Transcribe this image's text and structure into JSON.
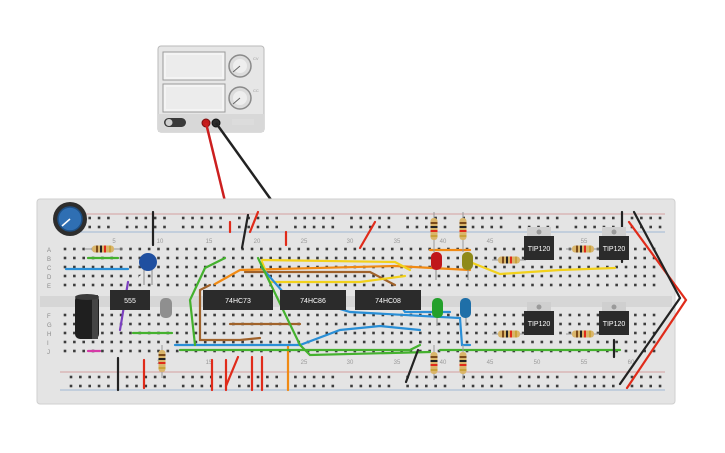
{
  "power_supply": {
    "knob_labels": [
      "CV",
      "CC"
    ],
    "color_red": "#cc1f1f",
    "color_black": "#222222"
  },
  "breadboard": {
    "row_labels_top": [
      "A",
      "B",
      "C",
      "D",
      "E"
    ],
    "row_labels_bottom": [
      "F",
      "G",
      "H",
      "I",
      "J"
    ],
    "column_numbers": [
      "5",
      "10",
      "15",
      "20",
      "25",
      "30",
      "35",
      "40",
      "45",
      "50",
      "55",
      "60"
    ]
  },
  "chips": [
    {
      "label": "555"
    },
    {
      "label": "74HC73"
    },
    {
      "label": "74HC86"
    },
    {
      "label": "74HC08"
    }
  ],
  "transistors": [
    {
      "label": "TIP120"
    },
    {
      "label": "TIP120"
    },
    {
      "label": "TIP120"
    },
    {
      "label": "TIP120"
    }
  ],
  "led_colors": {
    "red": "#c0161b",
    "yellow": "#8f8a1a",
    "green": "#23a02b",
    "blue": "#1f6fa8"
  },
  "wire_colors": {
    "red": "#e02b1a",
    "black": "#222222",
    "blue": "#2a8fd6",
    "green": "#44b12e",
    "yellow": "#f2d11c",
    "orange": "#f08a14",
    "brown": "#a0622a",
    "pink": "#d63aa8",
    "purple": "#7a3fbf",
    "white": "#e8e8e8"
  }
}
